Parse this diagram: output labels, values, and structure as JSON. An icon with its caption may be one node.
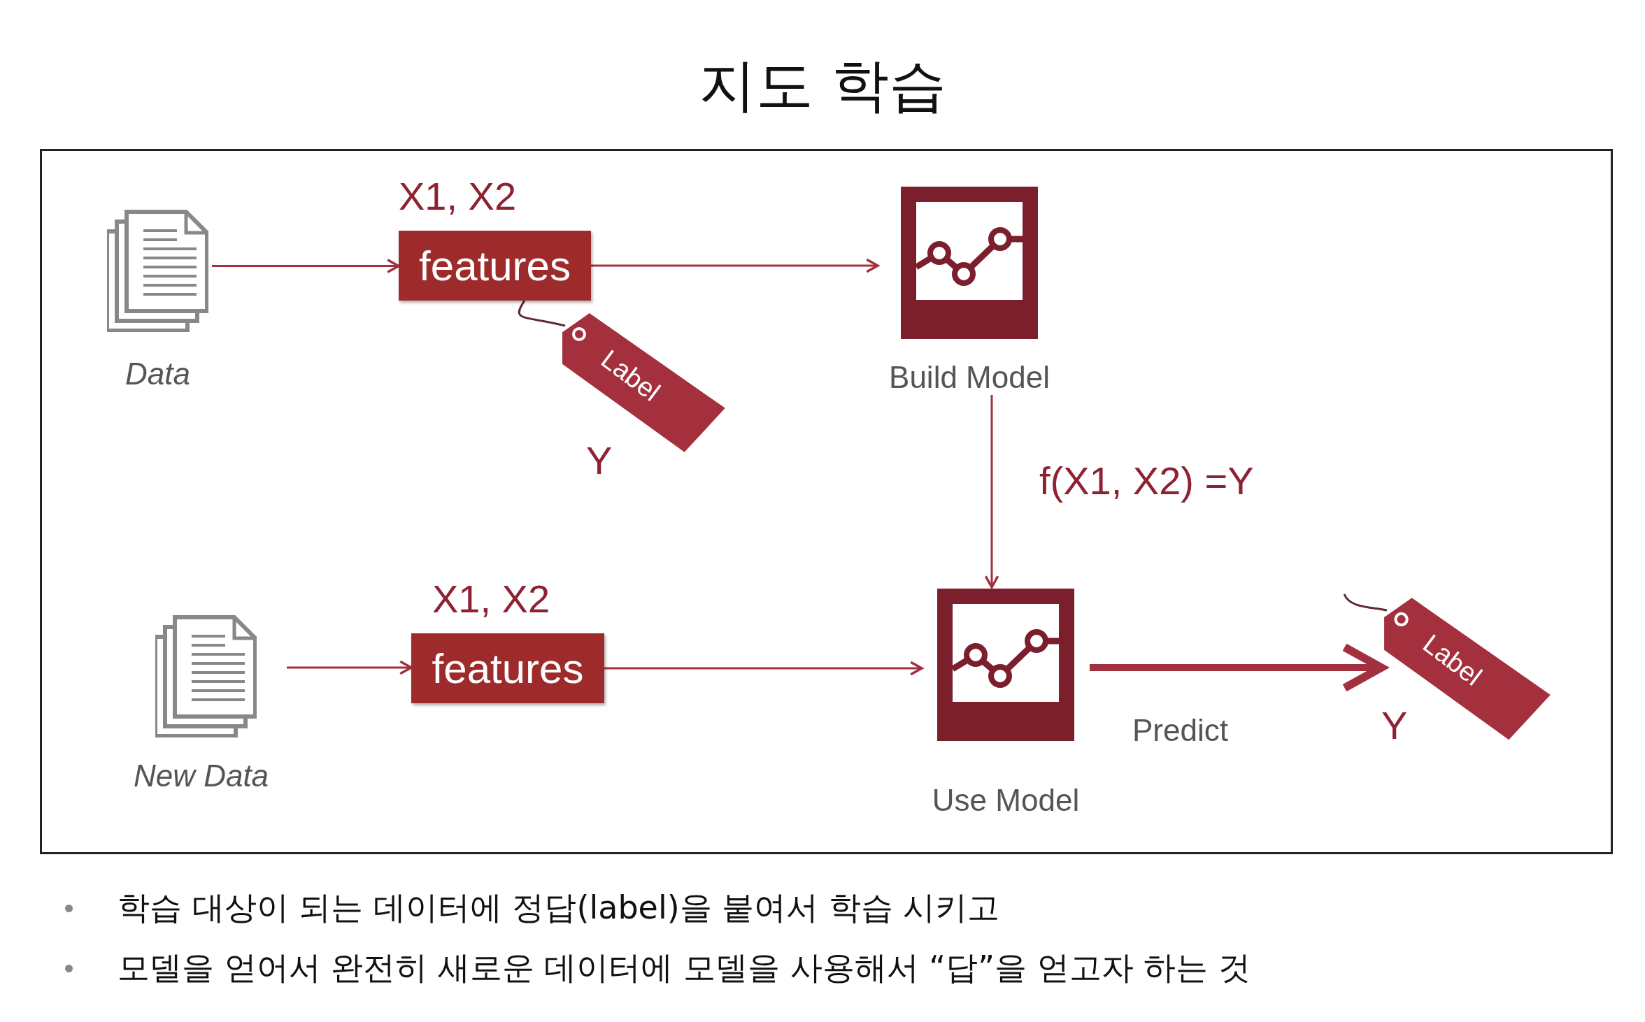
{
  "diagram": {
    "title": "지도 학습",
    "nodes": [
      {
        "text": [
          "Data"
        ]
      },
      {
        "text": [
          "features"
        ],
        "beside": [
          "X1, X2"
        ]
      },
      {
        "text": [
          "Build Model"
        ]
      },
      {
        "text": [
          "Label"
        ],
        "beside": [
          "Y"
        ]
      },
      {
        "text": [
          "New Data"
        ]
      },
      {
        "text": [
          "features"
        ],
        "beside": [
          "X1, X2"
        ]
      },
      {
        "text": [
          "Use Model"
        ]
      },
      {
        "text": [
          "Label"
        ],
        "beside": [
          "Y"
        ]
      }
    ],
    "edges": [
      {
        "from": 0,
        "to": 1,
        "arrow": "to"
      },
      {
        "from": 1,
        "to": 2,
        "arrow": "to"
      },
      {
        "from": 1,
        "to": 3,
        "arrow": "none",
        "color": "#5e2a30"
      },
      {
        "from": 2,
        "to": 6,
        "arrow": "to",
        "label": "f(X1, X2) =Y"
      },
      {
        "from": 4,
        "to": 5,
        "arrow": "to"
      },
      {
        "from": 5,
        "to": 6,
        "arrow": "to"
      },
      {
        "from": 6,
        "to": 7,
        "arrow": "to",
        "style": "thick",
        "label": "Predict"
      }
    ],
    "labels": [
      "학습 대상이 되는 데이터에 정답(label)을 붙여서 학습 시키고",
      "모델을 얻어서 완전히 새로운 데이터에 모델을 사용해서 “답”을 얻고자 하는 것"
    ]
  }
}
